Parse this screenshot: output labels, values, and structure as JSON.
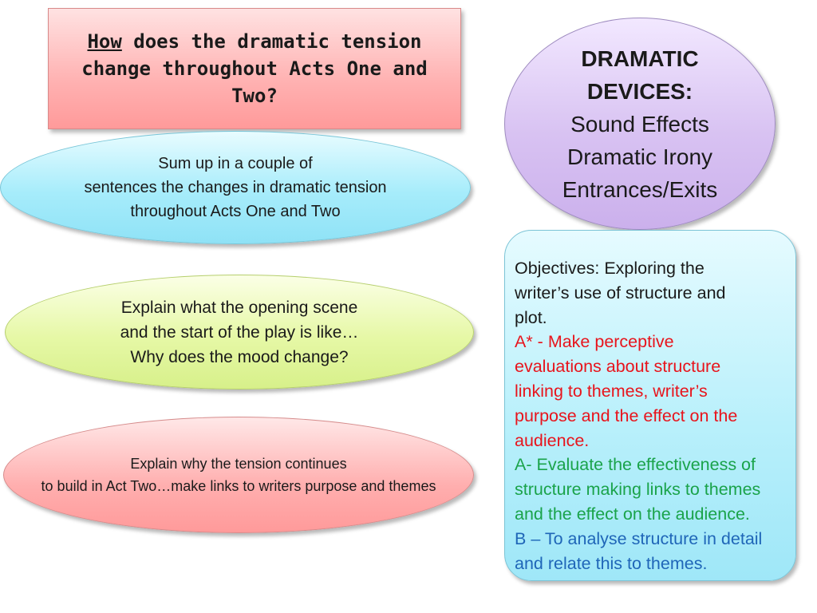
{
  "title": {
    "emphasis": "How",
    "rest_line1": " does the dramatic tension",
    "line2": "change throughout Acts One and",
    "line3": "Two?"
  },
  "blue_oval": {
    "lines": [
      "Sum up in a couple of",
      "sentences the changes in dramatic tension",
      "throughout Acts One and Two"
    ]
  },
  "green_oval": {
    "lines": [
      "Explain what the opening scene",
      "and the start of the play is like…",
      "Why does the mood change?"
    ]
  },
  "red_oval": {
    "lines": [
      "Explain why the tension continues",
      "to build in Act Two…make links to writers purpose and themes"
    ]
  },
  "devices_oval": {
    "heading_line1": "DRAMATIC",
    "heading_line2": "DEVICES:",
    "items": [
      "Sound Effects",
      "Dramatic Irony",
      "Entrances/Exits"
    ]
  },
  "objectives": {
    "intro": [
      "Objectives: Exploring the",
      "writer’s use of structure and",
      "plot."
    ],
    "a_star": [
      "A* - Make perceptive",
      "evaluations about structure",
      "linking to themes, writer’s",
      "purpose and the effect on the",
      "audience."
    ],
    "a": [
      "A- Evaluate the effectiveness of",
      "structure making links to themes",
      "and the effect on the audience."
    ],
    "b": [
      "B – To analyse structure in detail",
      "and relate this to themes."
    ]
  },
  "colors": {
    "red_text": "#e8141c",
    "green_text": "#1aa34a",
    "blue_text": "#1f66b8"
  }
}
